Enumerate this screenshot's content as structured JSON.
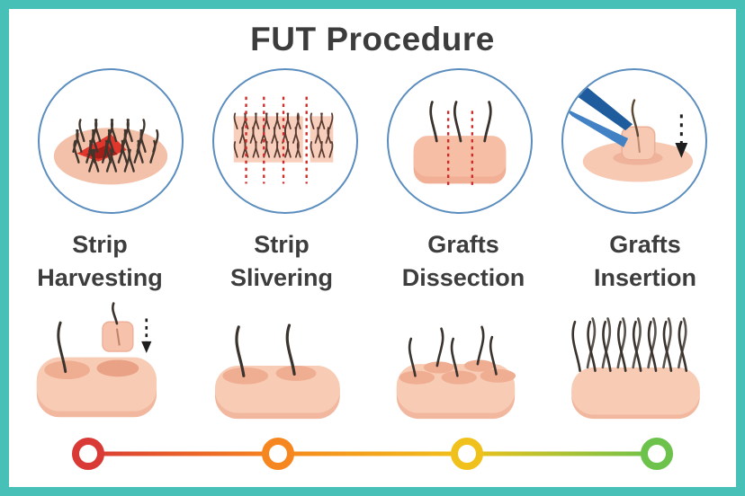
{
  "page": {
    "title": "FUT Procedure"
  },
  "steps": [
    {
      "id": "strip-harvesting",
      "label": [
        "Strip",
        "Harvesting"
      ],
      "illustration_icon": "scalp-strip-excision-icon"
    },
    {
      "id": "strip-slivering",
      "label": [
        "Strip",
        "Slivering"
      ],
      "illustration_icon": "strip-dashed-cuts-icon"
    },
    {
      "id": "grafts-dissection",
      "label": [
        "Grafts",
        "Dissection"
      ],
      "illustration_icon": "graft-block-dissection-icon"
    },
    {
      "id": "grafts-insertion",
      "label": [
        "Grafts",
        "Insertion"
      ],
      "illustration_icon": "tweezers-graft-insertion-icon"
    }
  ],
  "timeline": {
    "marker_colors": [
      "#D93A35",
      "#F6861F",
      "#F0C11B",
      "#6CC24A"
    ],
    "line_gradient": "linear-gradient(90deg, #D93A35 0%, #F6861F 33%, #F0C11B 66%, #6CC24A 100%)"
  },
  "colors": {
    "border_teal": "#47C0B8",
    "title_text": "#3C3C3C",
    "label_text": "#3D3D3D",
    "circle_ring_blue": "#5B8DBE",
    "skin": "#F7C9B2",
    "skin_shadow": "#EFAE94",
    "hair_dark": "#3B342E",
    "cut_dashed_red": "#CE2A2A",
    "wound_red": "#E2362C",
    "tweezers_blue": "#1F5C9E"
  }
}
